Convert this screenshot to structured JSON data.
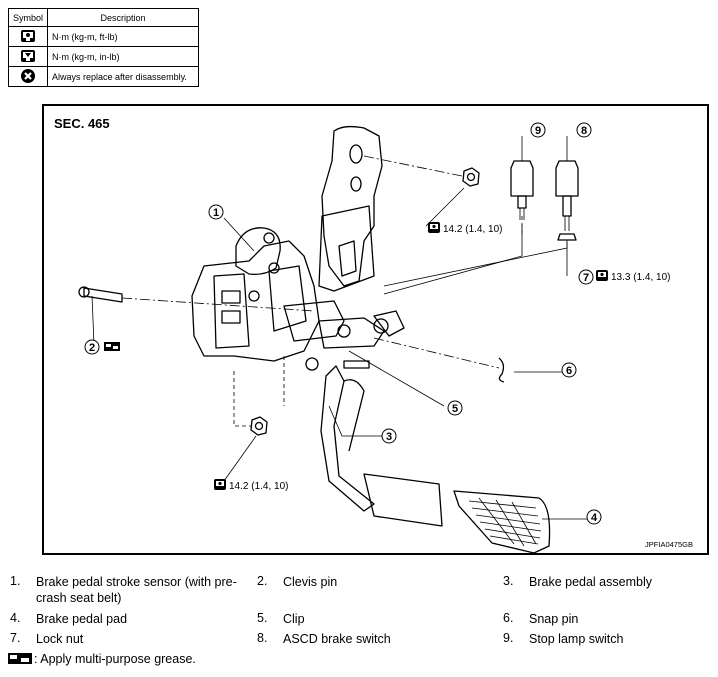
{
  "symbol_table": {
    "header_symbol": "Symbol",
    "header_description": "Description",
    "rows": [
      {
        "icon": "torque-wrench-icon",
        "description": "N·m (kg-m, ft-lb)"
      },
      {
        "icon": "torque-wrench-inlb-icon",
        "description": "N·m (kg-m, in-lb)"
      },
      {
        "icon": "replace-x-icon",
        "description": "Always replace after disassembly."
      }
    ]
  },
  "figure": {
    "section": "SEC. 465",
    "code": "JPFIA0475GB",
    "torques": {
      "upper_nut": "14.2 (1.4, 10)",
      "lock_nut": "13.3 (1.4, 10)",
      "lower_nut": "14.2 (1.4, 10)"
    },
    "callouts": [
      "1",
      "2",
      "3",
      "4",
      "5",
      "6",
      "7",
      "8",
      "9"
    ]
  },
  "legend": {
    "items": [
      {
        "num": "1.",
        "text": "Brake pedal stroke sensor (with pre-crash seat belt)"
      },
      {
        "num": "2.",
        "text": "Clevis pin"
      },
      {
        "num": "3.",
        "text": "Brake pedal assembly"
      },
      {
        "num": "4.",
        "text": "Brake pedal pad"
      },
      {
        "num": "5.",
        "text": "Clip"
      },
      {
        "num": "6.",
        "text": "Snap pin"
      },
      {
        "num": "7.",
        "text": "Lock nut"
      },
      {
        "num": "8.",
        "text": "ASCD brake switch"
      },
      {
        "num": "9.",
        "text": "Stop lamp switch"
      }
    ],
    "grease_note": ": Apply multi-purpose grease."
  }
}
